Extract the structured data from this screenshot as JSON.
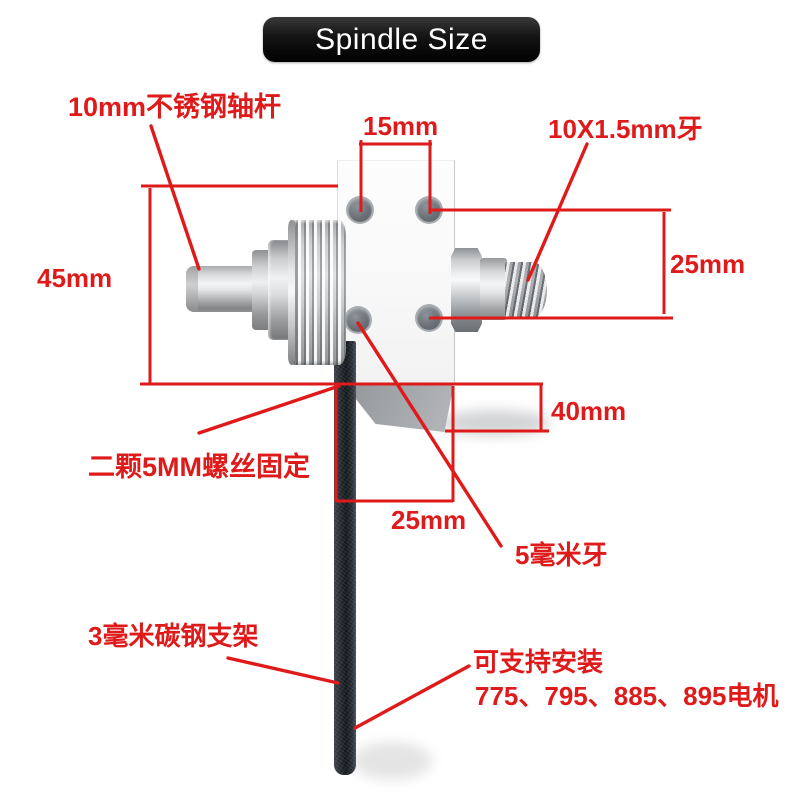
{
  "title": {
    "banner": "Spindle Size"
  },
  "colors": {
    "annotation_red": "#df1a1a",
    "banner_bg": "#000000",
    "banner_text": "#ffffff",
    "bracket_black": "#1b1f25",
    "metal_silver": "#d8dadc"
  },
  "labels": {
    "shaft_spec": "10mm不锈钢轴杆",
    "dim_hole_spacing": "15mm",
    "thread_spec_top": "10X1.5mm牙",
    "dim_shaft_side": "45mm",
    "dim_hole_vertical": "25mm",
    "dim_block_depth": "40mm",
    "screw_fix_note": "二颗5MM螺丝固定",
    "dim_bracket_offset": "25mm",
    "thread_spec_small": "5毫米牙",
    "bracket_spec": "3毫米碳钢支架",
    "motor_support_line1": "可支持安装",
    "motor_support_line2": "775、795、885、895电机"
  }
}
